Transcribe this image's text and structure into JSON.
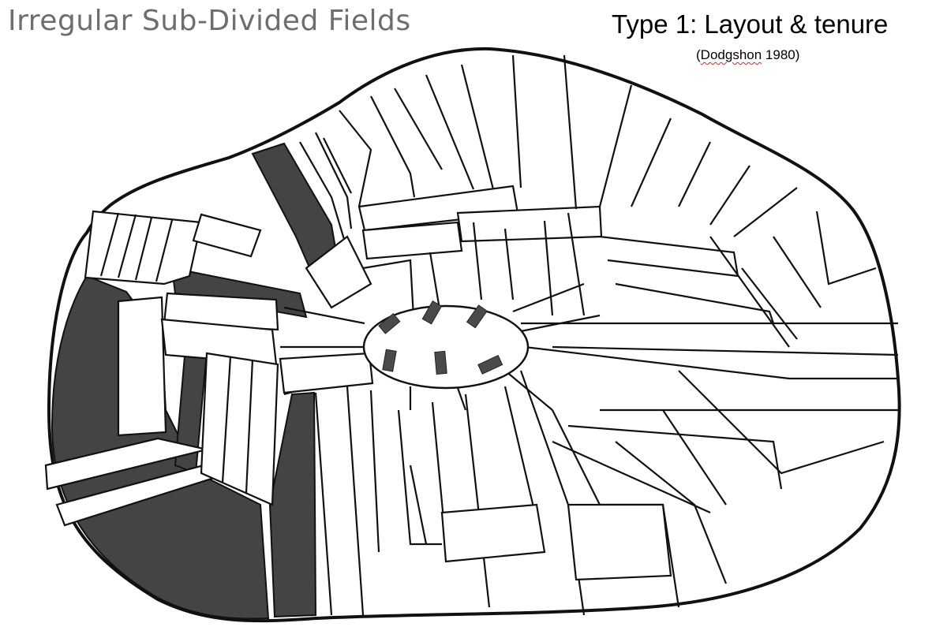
{
  "scan_title": "Irregular Sub-Divided Fields",
  "slide_title": "Type 1: Layout & tenure",
  "citation": {
    "open": "(",
    "author": "Dodgshon",
    "year": " 1980)"
  },
  "colors": {
    "outline": "#111111",
    "shaded_holdings": "#444444",
    "scan_title_grey": "#6e6e6e",
    "spellcheck_underline": "#d12a2a"
  }
}
